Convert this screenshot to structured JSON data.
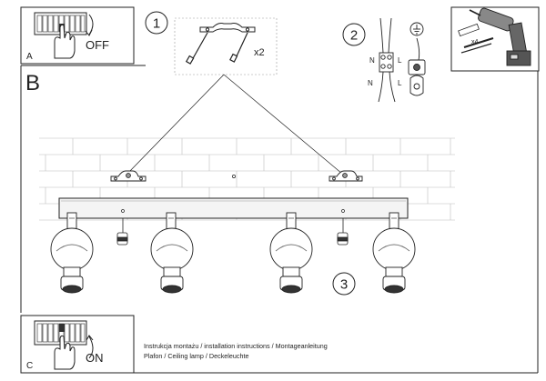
{
  "panels": {
    "a": {
      "letter": "A",
      "switch_text": "OFF"
    },
    "b": {
      "letter": "B"
    },
    "c": {
      "letter": "C",
      "switch_text": "ON"
    }
  },
  "steps": {
    "step1": {
      "number": "1",
      "quantity": "x2"
    },
    "step2": {
      "number": "2",
      "wire_labels": [
        "N",
        "L",
        "N",
        "L"
      ]
    },
    "step3": {
      "number": "3"
    },
    "drill": {
      "quantity": "x4"
    }
  },
  "footer": {
    "line1": "Instrukcja montażu / installation instructions / Montageanleitung",
    "line2": "Plafon / Ceiling lamp / Deckeleuchte"
  },
  "colors": {
    "line": "#222222",
    "brick_mortar": "#bdbdbd",
    "metal": "#cfcfcf"
  }
}
